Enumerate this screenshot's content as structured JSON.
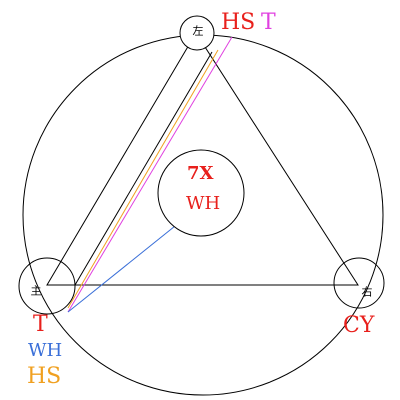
{
  "nodes": {
    "top": {
      "char": "左"
    },
    "left": {
      "char": "主"
    },
    "right": {
      "char": "右"
    }
  },
  "center": {
    "line1": "7X",
    "line2": "WH"
  },
  "labels": {
    "top_hs": "HS",
    "top_t": "T",
    "left_t": "T",
    "left_wh": "WH",
    "left_hs": "HS",
    "right_cy": "CY"
  },
  "colors": {
    "outline": "#000000",
    "red": "#e8201c",
    "magenta": "#e040e0",
    "blue": "#3a6fd8",
    "orange": "#f0a020"
  }
}
